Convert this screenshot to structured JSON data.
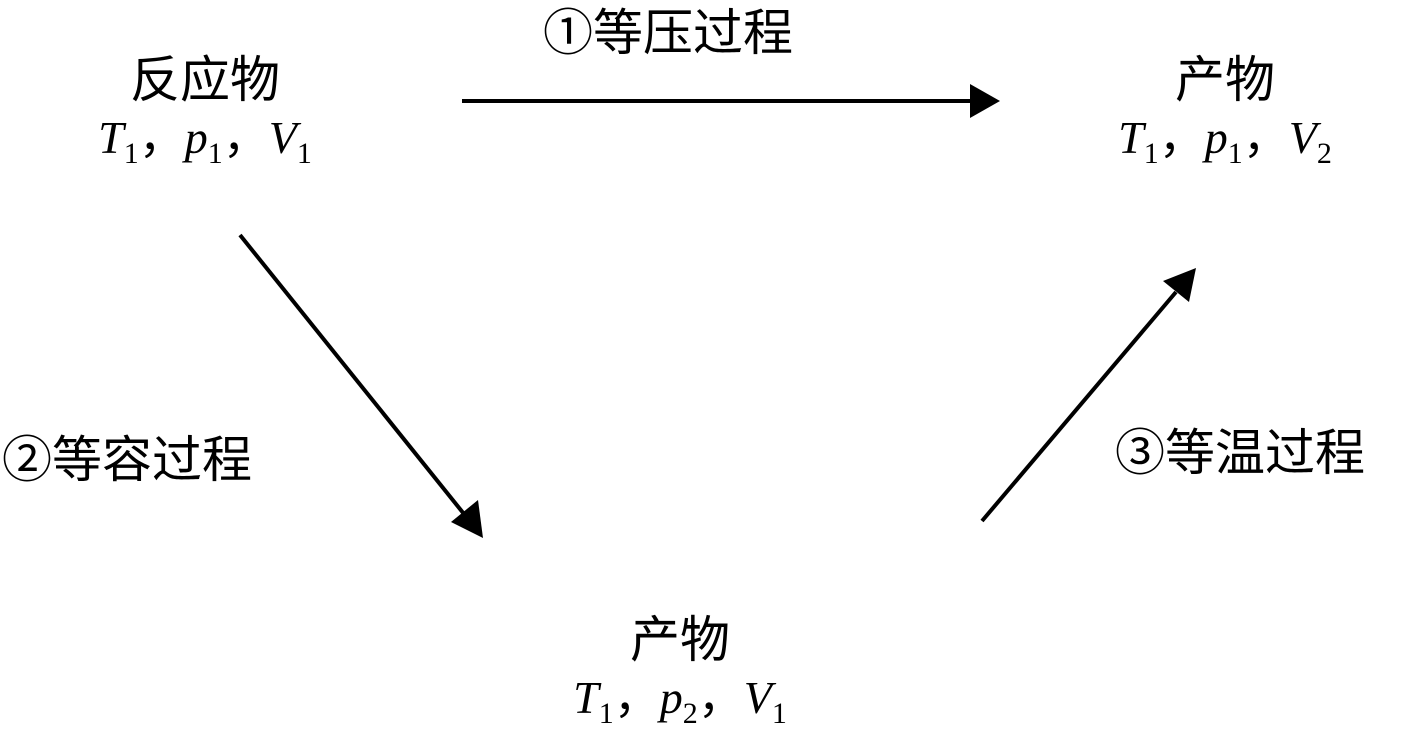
{
  "nodes": {
    "reactant": {
      "title": "反应物",
      "vars": [
        {
          "sym": "T",
          "sub": "1"
        },
        {
          "sym": "p",
          "sub": "1"
        },
        {
          "sym": "V",
          "sub": "1"
        }
      ]
    },
    "product_top": {
      "title": "产物",
      "vars": [
        {
          "sym": "T",
          "sub": "1"
        },
        {
          "sym": "p",
          "sub": "1"
        },
        {
          "sym": "V",
          "sub": "2"
        }
      ]
    },
    "product_bottom": {
      "title": "产物",
      "vars": [
        {
          "sym": "T",
          "sub": "1"
        },
        {
          "sym": "p",
          "sub": "2"
        },
        {
          "sym": "V",
          "sub": "1"
        }
      ]
    }
  },
  "separator": "，",
  "edges": {
    "isobaric": "①等压过程",
    "isochoric": "②等容过程",
    "isothermal": "③等温过程"
  },
  "colors": {
    "ink": "#000000",
    "background": "#ffffff"
  }
}
